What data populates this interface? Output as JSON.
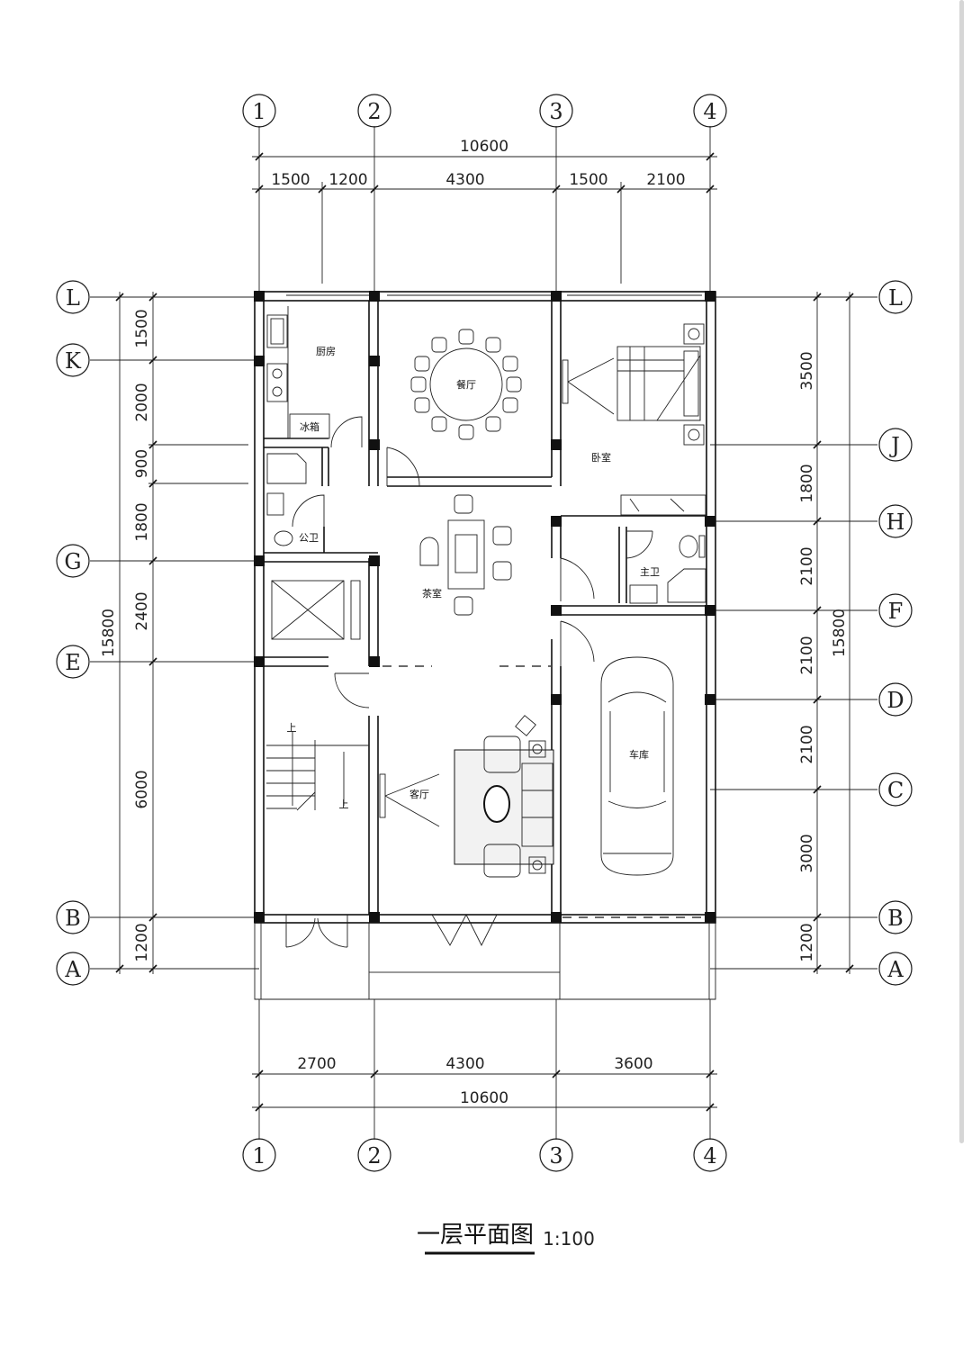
{
  "plan": {
    "title": "一层平面图",
    "scale": "1:100"
  },
  "axes": {
    "columns": [
      "1",
      "2",
      "3",
      "4"
    ],
    "rows_left": [
      "L",
      "K",
      "G",
      "E",
      "B",
      "A"
    ],
    "rows_right": [
      "L",
      "J",
      "H",
      "F",
      "D",
      "C",
      "B",
      "A"
    ]
  },
  "dimensions": {
    "top_total": "10600",
    "top_segments": [
      "1500",
      "1200",
      "4300",
      "1500",
      "2100"
    ],
    "bottom_segments": [
      "2700",
      "4300",
      "3600"
    ],
    "bottom_total": "10600",
    "left_segments": [
      "1500",
      "2000",
      "900",
      "1800",
      "2400",
      "6000",
      "1200"
    ],
    "left_total": "15800",
    "right_segments": [
      "3500",
      "1800",
      "2100",
      "2100",
      "2100",
      "3000",
      "1200"
    ],
    "right_total": "15800"
  },
  "rooms": {
    "kitchen": "厨房",
    "fridge": "冰箱",
    "dining": "餐厅",
    "bedroom": "卧室",
    "public_wc": "公卫",
    "master_wc": "主卫",
    "tea_room": "茶室",
    "living": "客厅",
    "garage": "车库",
    "stair_up_1": "上",
    "stair_up_2": "上"
  }
}
